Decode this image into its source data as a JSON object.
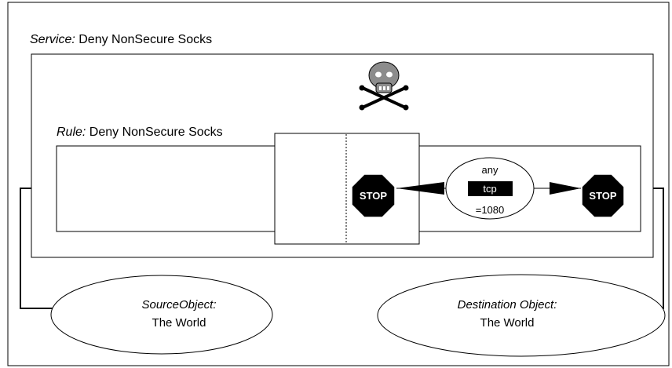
{
  "service": {
    "prefix": "Service:",
    "name": " Deny NonSecure Socks"
  },
  "rule": {
    "prefix": "Rule:",
    "name": " Deny NonSecure Socks"
  },
  "protocol": {
    "top": "any",
    "middle": "tcp",
    "bottom": "=1080"
  },
  "stop_signs": {
    "left": "STOP",
    "right": "STOP"
  },
  "source": {
    "prefix": "SourceObject:",
    "name": "The World"
  },
  "destination": {
    "prefix": "Destination Object:",
    "name": "The World"
  },
  "icons": [
    "skull-crossbones-icon",
    "stop-sign-icon",
    "arrow-icon"
  ],
  "colors": {
    "line": "#000000",
    "skull": "#8c8c8c",
    "stop": "#000000"
  }
}
